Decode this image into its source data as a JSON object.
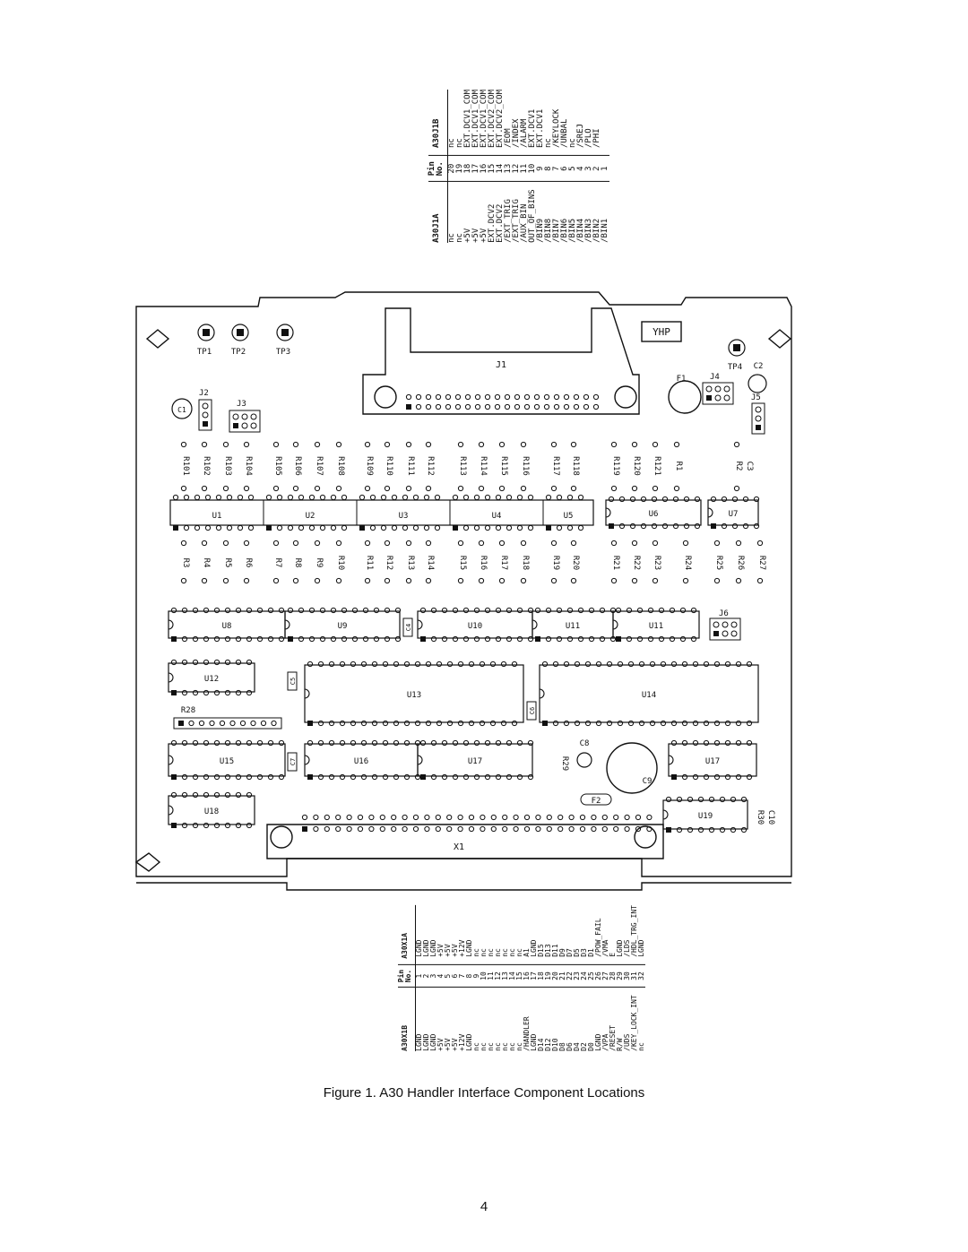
{
  "figure": {
    "caption": "Figure 1. A30 Handler Interface Component Locations",
    "page_number": "4"
  },
  "j1_table": {
    "left_header": "A30J1A",
    "mid_header": "Pin No.",
    "right_header": "A30J1B",
    "rows": [
      {
        "a": "nc",
        "pin": "20",
        "b": "nc"
      },
      {
        "a": "nc",
        "pin": "19",
        "b": "nc"
      },
      {
        "a": "+5V",
        "pin": "18",
        "b": "EXT.DCV1_COM"
      },
      {
        "a": "+5V",
        "pin": "17",
        "b": "EXT.DCV1_COM"
      },
      {
        "a": "+5V",
        "pin": "16",
        "b": "EXT.DCV1_COM"
      },
      {
        "a": "EXT.DCV2",
        "pin": "15",
        "b": "EXT.DCV2_COM"
      },
      {
        "a": "EXT.DCV2",
        "pin": "14",
        "b": "EXT.DCV2_COM"
      },
      {
        "a": "/EXT_TRIG",
        "pin": "13",
        "b": "/EOM"
      },
      {
        "a": "/EXT_TRIG",
        "pin": "12",
        "b": "/INDEX"
      },
      {
        "a": "/AUX_BIN",
        "pin": "11",
        "b": "/ALARM"
      },
      {
        "a": "OUT_OF_BINS",
        "pin": "10",
        "b": "EXT.DCV1"
      },
      {
        "a": "/BIN9",
        "pin": "9",
        "b": "EXT.DCV1"
      },
      {
        "a": "/BIN8",
        "pin": "8",
        "b": "nc"
      },
      {
        "a": "/BIN7",
        "pin": "7",
        "b": "/KEYLOCK"
      },
      {
        "a": "/BIN6",
        "pin": "6",
        "b": "/UNBAL"
      },
      {
        "a": "/BIN5",
        "pin": "5",
        "b": "nc"
      },
      {
        "a": "/BIN4",
        "pin": "4",
        "b": "/SREJ"
      },
      {
        "a": "/BIN3",
        "pin": "3",
        "b": "/PLO"
      },
      {
        "a": "/BIN2",
        "pin": "2",
        "b": "/PHI"
      },
      {
        "a": "/BIN1",
        "pin": "1",
        "b": ""
      }
    ]
  },
  "x1_table": {
    "left_header": "A30X1B",
    "mid_header": "Pin No.",
    "right_header": "A30X1A",
    "rows": [
      {
        "b": "LGND",
        "pin": "1",
        "a": "LGND"
      },
      {
        "b": "LGND",
        "pin": "2",
        "a": "LGND"
      },
      {
        "b": "LGND",
        "pin": "3",
        "a": "LGND"
      },
      {
        "b": "+5V",
        "pin": "4",
        "a": "+5V"
      },
      {
        "b": "+5V",
        "pin": "5",
        "a": "+5V"
      },
      {
        "b": "+5V",
        "pin": "6",
        "a": "+5V"
      },
      {
        "b": "+12V",
        "pin": "7",
        "a": "+12V"
      },
      {
        "b": "LGND",
        "pin": "8",
        "a": "LGND"
      },
      {
        "b": "nc",
        "pin": "9",
        "a": "nc"
      },
      {
        "b": "nc",
        "pin": "10",
        "a": "nc"
      },
      {
        "b": "nc",
        "pin": "11",
        "a": "nc"
      },
      {
        "b": "nc",
        "pin": "12",
        "a": "nc"
      },
      {
        "b": "nc",
        "pin": "13",
        "a": "nc"
      },
      {
        "b": "nc",
        "pin": "14",
        "a": "nc"
      },
      {
        "b": "nc",
        "pin": "15",
        "a": "nc"
      },
      {
        "b": "/HANDLER",
        "pin": "16",
        "a": "A1"
      },
      {
        "b": "LGND",
        "pin": "17",
        "a": "LGND"
      },
      {
        "b": "D14",
        "pin": "18",
        "a": "D15"
      },
      {
        "b": "D12",
        "pin": "19",
        "a": "D13"
      },
      {
        "b": "D10",
        "pin": "20",
        "a": "D11"
      },
      {
        "b": "D8",
        "pin": "21",
        "a": "D9"
      },
      {
        "b": "D6",
        "pin": "22",
        "a": "D7"
      },
      {
        "b": "D4",
        "pin": "23",
        "a": "D5"
      },
      {
        "b": "D2",
        "pin": "24",
        "a": "D3"
      },
      {
        "b": "D0",
        "pin": "25",
        "a": "D1"
      },
      {
        "b": "LGND",
        "pin": "26",
        "a": "/POW_FAIL"
      },
      {
        "b": "/VPA",
        "pin": "27",
        "a": "/VMA"
      },
      {
        "b": "/RESET",
        "pin": "28",
        "a": "E"
      },
      {
        "b": "R/W",
        "pin": "29",
        "a": "LGND"
      },
      {
        "b": "/UDS",
        "pin": "30",
        "a": "/LDS"
      },
      {
        "b": "/KEY_LOCK_INT",
        "pin": "31",
        "a": "/HDL_TRG_INT"
      },
      {
        "b": "nc",
        "pin": "32",
        "a": "LGND"
      }
    ]
  },
  "board": {
    "connector_j1_label": "J1",
    "connector_x1_label": "X1",
    "logo": "YHP",
    "test_points": [
      "TP1",
      "TP2",
      "TP3",
      "TP4"
    ],
    "jumpers": [
      "J2",
      "J3",
      "J4",
      "J5",
      "J6"
    ],
    "fuses": [
      "F1",
      "F2"
    ],
    "capacitors": [
      "C1",
      "C2",
      "C3",
      "C4",
      "C5",
      "C6",
      "C7",
      "C8",
      "C9",
      "C10"
    ],
    "resistors_top_row": [
      "R101",
      "R102",
      "R103",
      "R104",
      "R105",
      "R106",
      "R107",
      "R108",
      "R109",
      "R110",
      "R111",
      "R112",
      "R113",
      "R114",
      "R115",
      "R116",
      "R117",
      "R118",
      "R119",
      "R120",
      "R121",
      "R1",
      "R2"
    ],
    "resistors_bottom_row": [
      "R3",
      "R4",
      "R5",
      "R6",
      "R7",
      "R8",
      "R9",
      "R10",
      "R11",
      "R12",
      "R13",
      "R14",
      "R15",
      "R16",
      "R17",
      "R18",
      "R19",
      "R20",
      "R21",
      "R22",
      "R23",
      "R24",
      "R25",
      "R26",
      "R27"
    ],
    "resistors_misc": [
      "R28",
      "R29",
      "R30"
    ],
    "ics": [
      "U1",
      "U2",
      "U3",
      "U4",
      "U5",
      "U6",
      "U7",
      "U8",
      "U9",
      "U10",
      "U11",
      "U12",
      "U13",
      "U14",
      "U15",
      "U16",
      "U17",
      "U18",
      "U19"
    ]
  }
}
